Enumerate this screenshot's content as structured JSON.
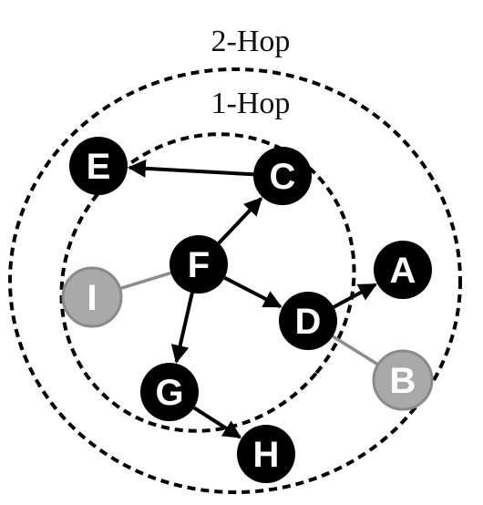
{
  "labels": {
    "outer": "2-Hop",
    "inner": "1-Hop"
  },
  "colors": {
    "dark_node": "#000000",
    "dark_text": "#ffffff",
    "gray_node": "#a9a9a9",
    "gray_stroke": "#8a8a8a",
    "gray_text": "#ffffff",
    "edge": "#000000",
    "undirected_edge": "#8c8c8c",
    "boundary": "#000000"
  },
  "nodes": [
    {
      "id": "F",
      "label": "F",
      "style": "dark"
    },
    {
      "id": "C",
      "label": "C",
      "style": "dark"
    },
    {
      "id": "E",
      "label": "E",
      "style": "dark"
    },
    {
      "id": "D",
      "label": "D",
      "style": "dark"
    },
    {
      "id": "A",
      "label": "A",
      "style": "dark"
    },
    {
      "id": "G",
      "label": "G",
      "style": "dark"
    },
    {
      "id": "H",
      "label": "H",
      "style": "dark"
    },
    {
      "id": "I",
      "label": "I",
      "style": "gray"
    },
    {
      "id": "B",
      "label": "B",
      "style": "gray"
    }
  ],
  "edges": [
    {
      "from": "F",
      "to": "C",
      "directed": true
    },
    {
      "from": "C",
      "to": "E",
      "directed": true
    },
    {
      "from": "F",
      "to": "D",
      "directed": true
    },
    {
      "from": "D",
      "to": "A",
      "directed": true
    },
    {
      "from": "F",
      "to": "G",
      "directed": true
    },
    {
      "from": "G",
      "to": "H",
      "directed": true
    },
    {
      "from": "I",
      "to": "F",
      "directed": false
    },
    {
      "from": "D",
      "to": "B",
      "directed": false
    }
  ]
}
